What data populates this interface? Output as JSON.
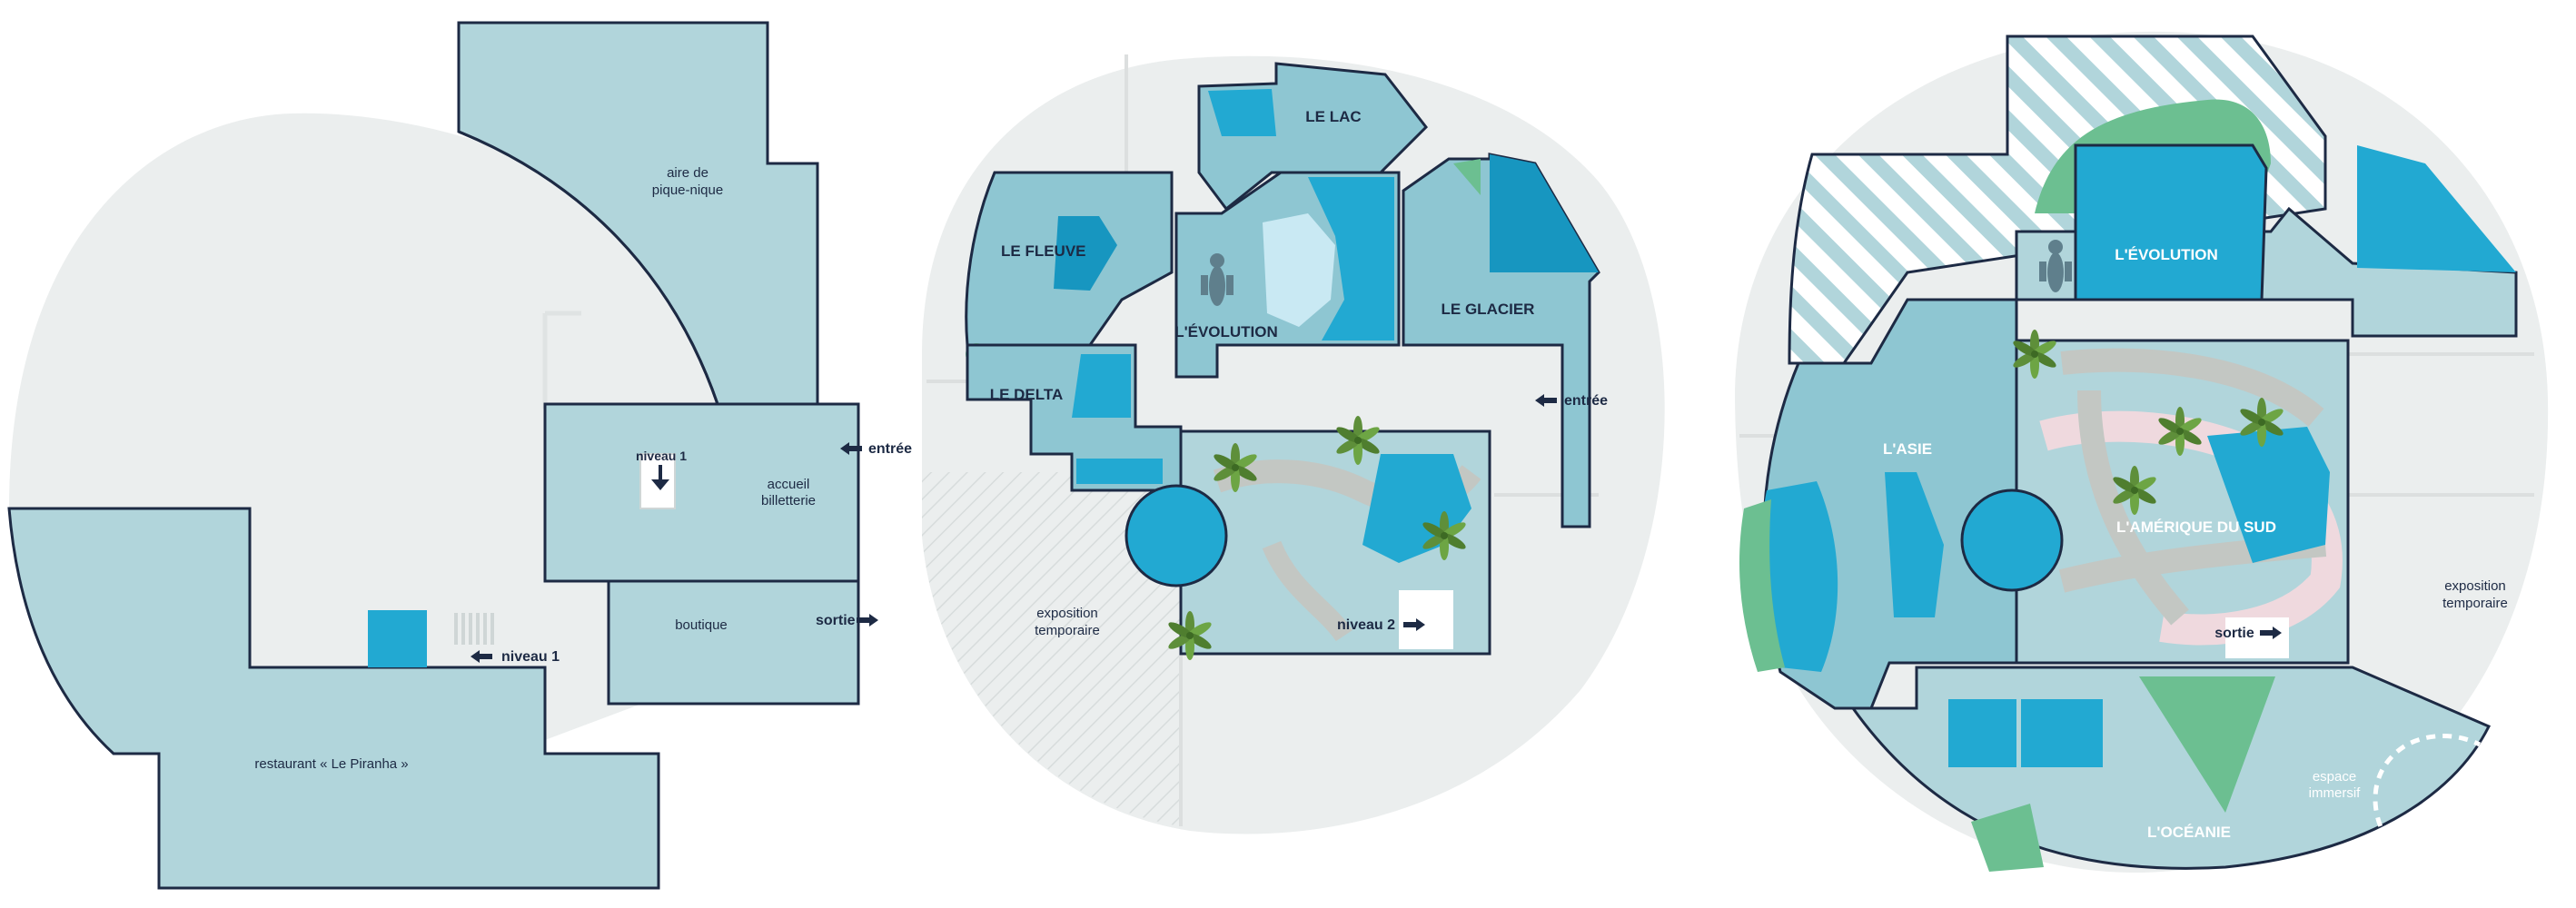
{
  "colors": {
    "background": "#ffffff",
    "ground": "#ebeeee",
    "building": "#b1d5db",
    "room": "#8ec6d2",
    "aquarium": "#22a9d2",
    "deep": "#1796c0",
    "green": "#6cbf91",
    "path": "#c3c7c3",
    "pink": "#efd9de",
    "outline": "#1d2a44"
  },
  "level0": {
    "labels": {
      "picnic_1": "aire de",
      "picnic_2": "pique-nique",
      "reception_1": "accueil",
      "reception_2": "billetterie",
      "shop": "boutique",
      "restaurant": "restaurant « Le Piranha »",
      "stairs_label": "niveau 1",
      "stairs_note": "niveau 1",
      "entry": "entrée",
      "exit": "sortie"
    }
  },
  "level1": {
    "labels": {
      "lake": "LE LAC",
      "river": "LE FLEUVE",
      "evolution": "L'ÉVOLUTION",
      "glacier": "LE GLACIER",
      "delta": "LE DELTA",
      "entry": "entrée",
      "level2": "niveau 2",
      "temp_1": "exposition",
      "temp_2": "temporaire"
    }
  },
  "level2": {
    "labels": {
      "evolution": "L'ÉVOLUTION",
      "asia": "L'ASIE",
      "south_america": "L'AMÉRIQUE DU SUD",
      "exit": "sortie",
      "oceania": "L'OCÉANIE",
      "immersive_1": "espace",
      "immersive_2": "immersif",
      "temp_1": "exposition",
      "temp_2": "temporaire"
    }
  }
}
